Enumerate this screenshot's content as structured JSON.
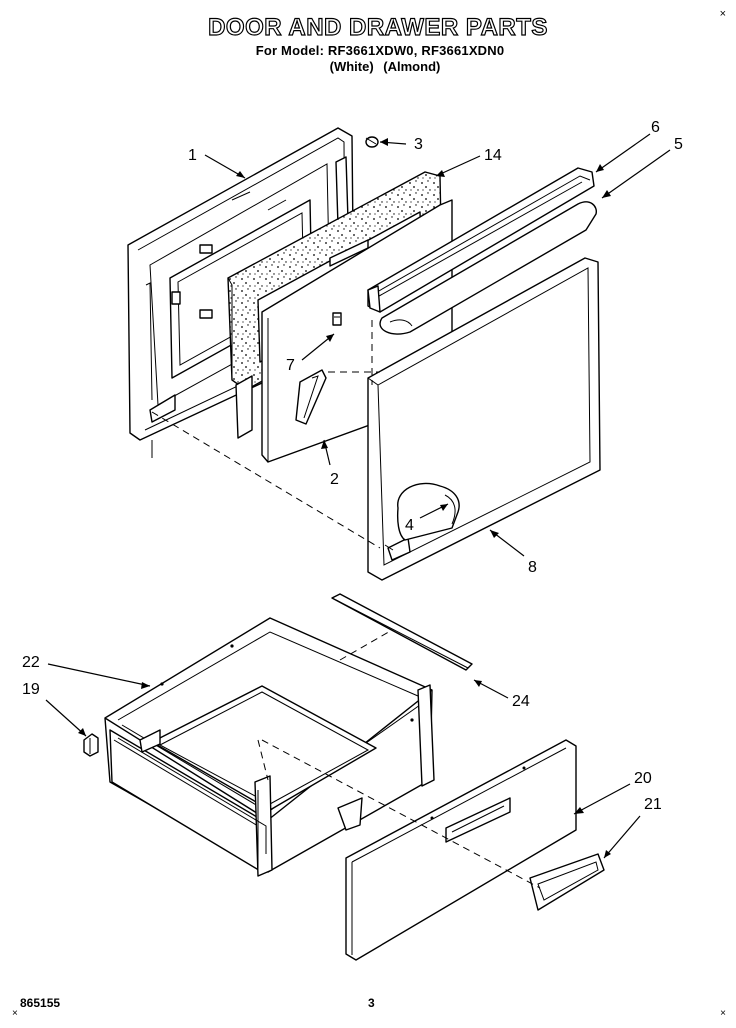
{
  "title": "DOOR AND DRAWER PARTS",
  "model_line": "For Model: RF3661XDW0, RF3661XDN0",
  "color_line": "(White)   (Almond)",
  "footer": {
    "doc_number": "865155",
    "page_number": "3"
  },
  "part_callouts": [
    "1",
    "2",
    "3",
    "4",
    "5",
    "6",
    "7",
    "8",
    "14",
    "19",
    "20",
    "21",
    "22",
    "24"
  ]
}
